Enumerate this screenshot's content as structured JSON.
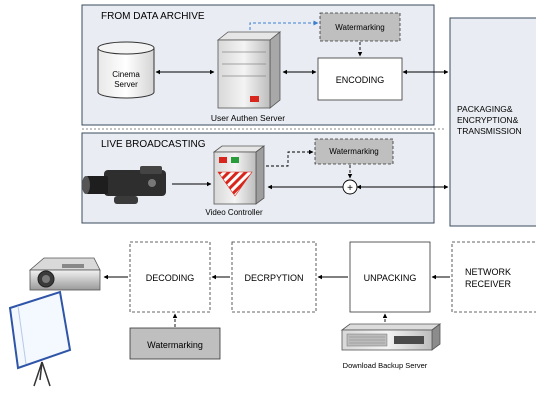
{
  "colors": {
    "panel_fill": "#e9edf3",
    "panel_stroke": "#3a4a5e",
    "watermark_fill": "#bfbfbf",
    "arrow": "#000000",
    "blue_dashed": "#3f7fd0",
    "led_red": "#d9261c",
    "led_green": "#2a9d3a"
  },
  "archive": {
    "section_title": "FROM DATA ARCHIVE",
    "cinema_server": [
      "Cinema",
      "Server"
    ],
    "auth_server": "User Authen  Server",
    "watermarking": "Watermarking",
    "encoding": "ENCODING"
  },
  "transmission": [
    "PACKAGING&",
    "ENCRYPTION&",
    "TRANSMISSION"
  ],
  "live": {
    "section_title": "LIVE BROADCASTING",
    "watermarking": "Watermarking",
    "video_controller": "Video Controller",
    "mixer_symbol": "+"
  },
  "receiver": {
    "decoding": "DECODING",
    "decryption": "DECRPYTION",
    "unpacking": "UNPACKING",
    "network_receiver": [
      "NETWORK",
      "RECEIVER"
    ],
    "watermarking": "Watermarking",
    "backup_server": "Download Backup Server"
  }
}
